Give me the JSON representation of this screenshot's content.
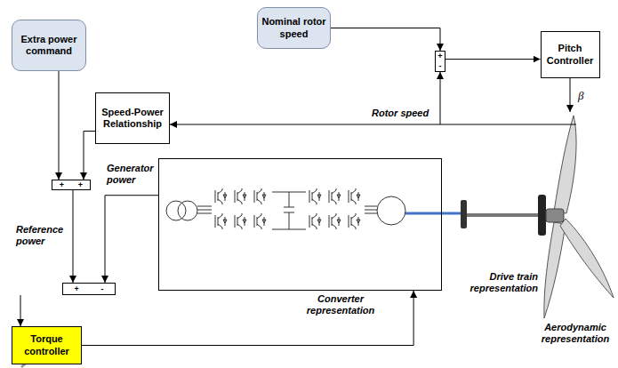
{
  "diagram": {
    "nodes": [
      {
        "text": [
          "Extra power command"
        ]
      },
      {
        "text": [
          "Nominal rotor speed"
        ]
      },
      {
        "text": [
          "+",
          "-"
        ]
      },
      {
        "text": [
          "Pitch Controller"
        ]
      },
      {
        "text": [
          "Speed-Power Relationship"
        ]
      },
      {
        "text": [
          "+",
          "+"
        ]
      },
      {
        "text": [
          "Converter representation"
        ]
      },
      {
        "text": [
          "+",
          "-"
        ]
      },
      {
        "text": [
          "Torque controller"
        ]
      }
    ],
    "edges": [
      {
        "from": 1,
        "to": 2,
        "arrow": "to"
      },
      {
        "from": 2,
        "to": 3,
        "arrow": "to"
      },
      {
        "from": 0,
        "to": 5,
        "arrow": "to"
      },
      {
        "from": 4,
        "to": 5,
        "arrow": "to"
      },
      {
        "from": 5,
        "to": 7,
        "arrow": "to",
        "label": "Reference power"
      },
      {
        "from": 6,
        "to": 7,
        "arrow": "to",
        "label": "Generator power"
      },
      {
        "from": 7,
        "to": 8,
        "arrow": "to"
      },
      {
        "from": 8,
        "to": 6,
        "arrow": "to"
      }
    ],
    "labels": [
      "Rotor speed",
      "β",
      "Drive train representation",
      "Aerodynamic representation"
    ]
  }
}
